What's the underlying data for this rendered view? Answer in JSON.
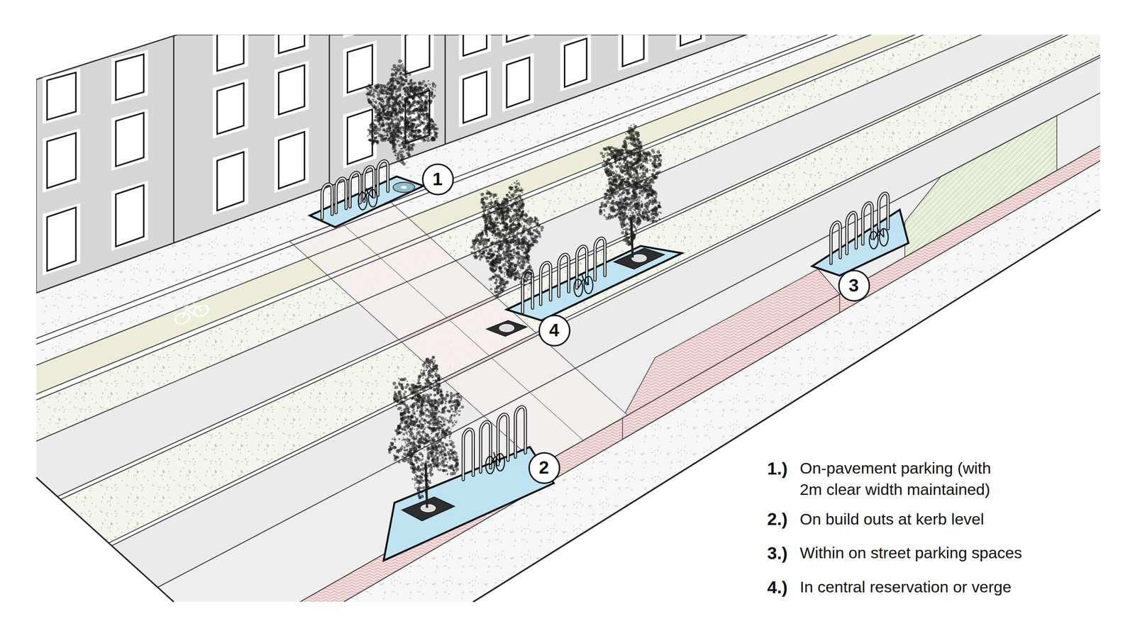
{
  "diagram": {
    "nodes": [
      {
        "text": [
          "1"
        ]
      },
      {
        "text": [
          "3"
        ]
      },
      {
        "text": [
          "4"
        ]
      },
      {
        "text": [
          "2"
        ]
      }
    ],
    "labels": [
      "1.)",
      "2.)",
      "3.)",
      "4.)"
    ],
    "legend": [
      {
        "text": "On-pavement parking (with 2m clear width maintained)"
      },
      {
        "text": "On build outs at kerb level"
      },
      {
        "text": "Within on street parking spaces"
      },
      {
        "text": "In central reservation or verge"
      }
    ]
  }
}
